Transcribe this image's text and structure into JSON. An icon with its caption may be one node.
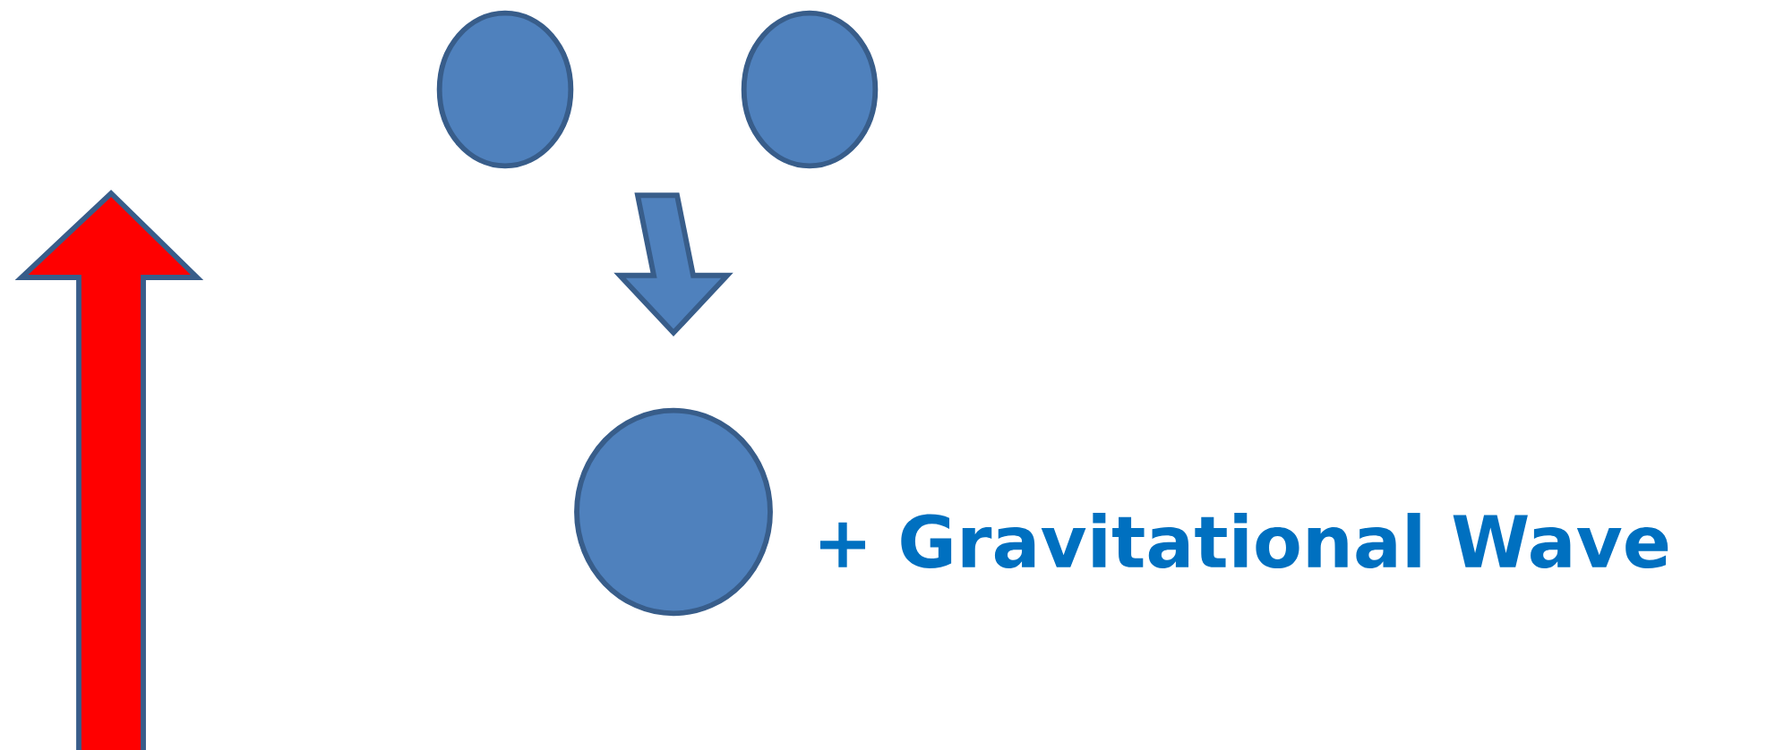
{
  "diagram": {
    "nodes": [
      {
        "text": [],
        "shape": "circle"
      },
      {
        "text": [],
        "shape": "circle"
      },
      {
        "text": [],
        "shape": "circle",
        "beside": [
          "+ Gravitational Wave"
        ]
      }
    ],
    "edges": [
      {
        "from": 0,
        "to": 2,
        "arrow": "to"
      },
      {
        "from": 1,
        "to": 2,
        "arrow": "to"
      }
    ]
  }
}
